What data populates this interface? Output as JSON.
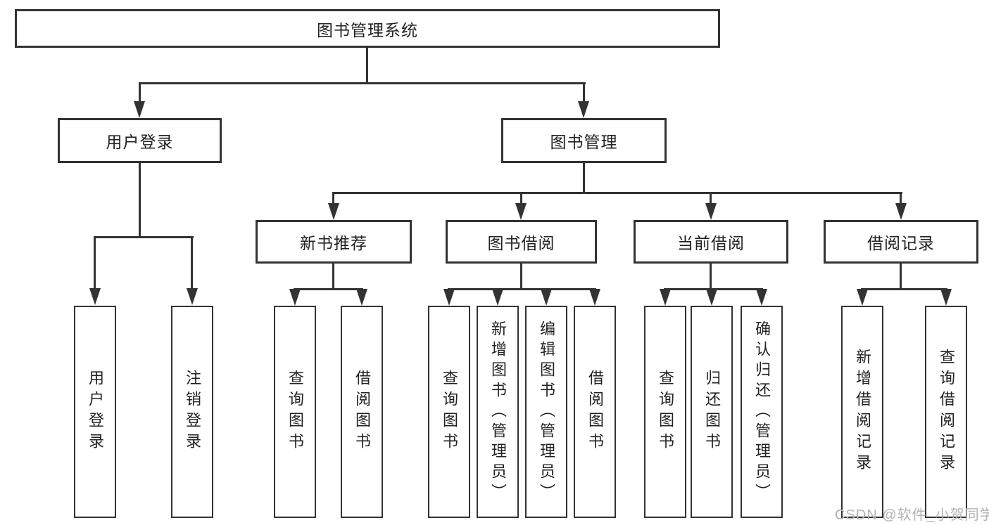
{
  "tree": {
    "root": {
      "label": "图书管理系统",
      "children": [
        {
          "label": "用户登录",
          "children": [
            {
              "label": "用户登录"
            },
            {
              "label": "注销登录"
            }
          ]
        },
        {
          "label": "图书管理",
          "children": [
            {
              "label": "新书推荐",
              "children": [
                {
                  "label": "查询图书"
                },
                {
                  "label": "借阅图书"
                }
              ]
            },
            {
              "label": "图书借阅",
              "children": [
                {
                  "label": "查询图书"
                },
                {
                  "label": "新增图书（管理员）"
                },
                {
                  "label": "编辑图书（管理员）"
                },
                {
                  "label": "借阅图书"
                }
              ]
            },
            {
              "label": "当前借阅",
              "children": [
                {
                  "label": "查询图书"
                },
                {
                  "label": "归还图书"
                },
                {
                  "label": "确认归还（管理员）"
                }
              ]
            },
            {
              "label": "借阅记录",
              "children": [
                {
                  "label": "新增借阅记录"
                },
                {
                  "label": "查询借阅记录"
                }
              ]
            }
          ]
        }
      ]
    }
  },
  "watermark": {
    "text": "CSDN @软件_小贺同学"
  },
  "colors": {
    "line": "#333333",
    "box_border": "#333333",
    "box_background": "#ffffff",
    "text": "#222222",
    "watermark_text": "#b3b3b3"
  }
}
